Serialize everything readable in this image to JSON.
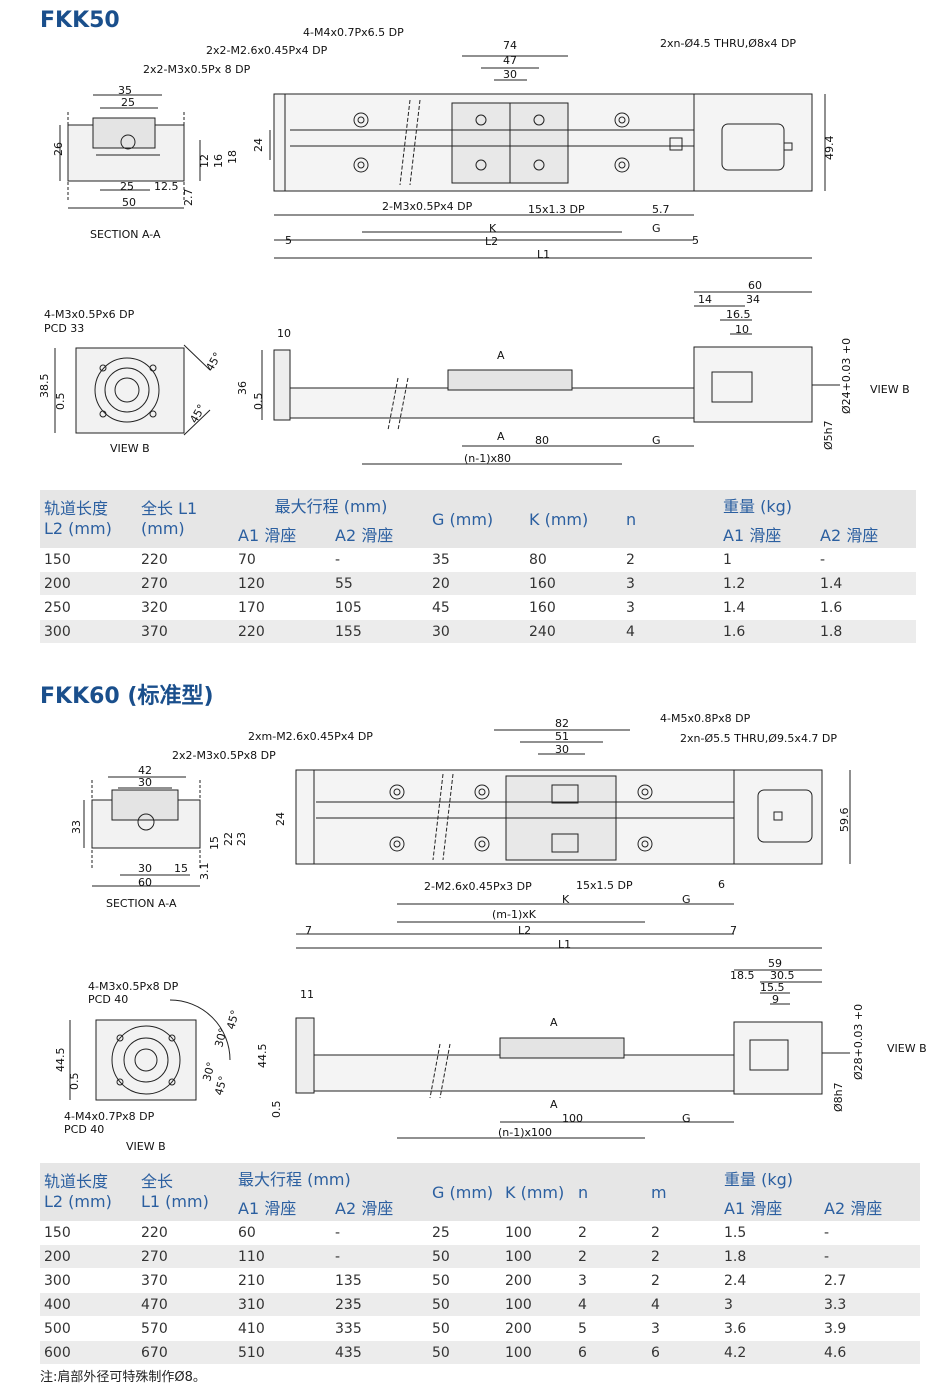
{
  "fkk50": {
    "title": "FKK50",
    "top_view": {
      "labels": [
        "4-M4x0.7Px6.5 DP",
        "2x2-M2.6x0.45Px4 DP",
        "2x2-M3x0.5Px 8 DP",
        "2xn-Ø4.5 THRU,Ø8x4 DP",
        "74",
        "47",
        "30",
        "49.4",
        "24",
        "2-M3x0.5Px4 DP",
        "15x1.3 DP",
        "5.7",
        "K",
        "G",
        "L2",
        "L1",
        "5",
        "5"
      ]
    },
    "section": {
      "caption": "SECTION A-A",
      "labels": [
        "35",
        "25",
        "26",
        "16",
        "12",
        "18",
        "25",
        "12.5",
        "2.7",
        "50"
      ]
    },
    "view_b": {
      "caption": "VIEW B",
      "labels": [
        "4-M3x0.5Px6 DP",
        "PCD 33",
        "38.5",
        "0.5",
        "45°",
        "45°"
      ]
    },
    "side_view": {
      "labels": [
        "10",
        "36",
        "0.5",
        "A",
        "A",
        "80",
        "G",
        "(n-1)x80",
        "60",
        "14",
        "34",
        "16.5",
        "10",
        "VIEW B",
        "Ø24+0.03 +0",
        "Ø5h7"
      ]
    },
    "table": {
      "headers": {
        "l2": "轨道长度\nL2 (mm)",
        "l1": "全长 L1\n(mm)",
        "stroke": "最大行程 (mm)",
        "stroke_a1": "A1 滑座",
        "stroke_a2": "A2 滑座",
        "g": "G (mm)",
        "k": "K (mm)",
        "n": "n",
        "weight": "重量 (kg)",
        "weight_a1": "A1 滑座",
        "weight_a2": "A2 滑座"
      },
      "rows": [
        [
          "150",
          "220",
          "70",
          "-",
          "35",
          "80",
          "2",
          "1",
          "-"
        ],
        [
          "200",
          "270",
          "120",
          "55",
          "20",
          "160",
          "3",
          "1.2",
          "1.4"
        ],
        [
          "250",
          "320",
          "170",
          "105",
          "45",
          "160",
          "3",
          "1.4",
          "1.6"
        ],
        [
          "300",
          "370",
          "220",
          "155",
          "30",
          "240",
          "4",
          "1.6",
          "1.8"
        ]
      ]
    }
  },
  "fkk60": {
    "title": "FKK60 (标准型)",
    "top_view": {
      "labels": [
        "2xm-M2.6x0.45Px4 DP",
        "2x2-M3x0.5Px8 DP",
        "82",
        "51",
        "30",
        "4-M5x0.8Px8 DP",
        "2xn-Ø5.5 THRU,Ø9.5x4.7 DP",
        "59.6",
        "24",
        "2-M2.6x0.45Px3 DP",
        "15x1.5 DP",
        "6",
        "K",
        "G",
        "(m-1)xK",
        "L2",
        "L1",
        "7",
        "7"
      ]
    },
    "section": {
      "caption": "SECTION A-A",
      "labels": [
        "42",
        "30",
        "33",
        "15",
        "22",
        "23",
        "30",
        "15",
        "3.1",
        "60"
      ]
    },
    "view_b": {
      "caption": "VIEW B",
      "labels": [
        "4-M3x0.5Px8 DP",
        "PCD 40",
        "44.5",
        "0.5",
        "30°",
        "45°",
        "30°",
        "45°",
        "4-M4x0.7Px8 DP",
        "PCD 40"
      ]
    },
    "side_view": {
      "labels": [
        "11",
        "44.5",
        "0.5",
        "A",
        "A",
        "100",
        "G",
        "(n-1)x100",
        "59",
        "18.5",
        "30.5",
        "15.5",
        "9",
        "VIEW B",
        "Ø28+0.03 +0",
        "Ø8h7"
      ]
    },
    "table": {
      "headers": {
        "l2": "轨道长度\nL2 (mm)",
        "l1": "全长\nL1 (mm)",
        "stroke": "最大行程 (mm)",
        "stroke_a1": "A1 滑座",
        "stroke_a2": "A2 滑座",
        "g": "G (mm)",
        "k": "K (mm)",
        "n": "n",
        "m": "m",
        "weight": "重量 (kg)",
        "weight_a1": "A1 滑座",
        "weight_a2": "A2 滑座"
      },
      "rows": [
        [
          "150",
          "220",
          "60",
          "-",
          "25",
          "100",
          "2",
          "2",
          "1.5",
          "-"
        ],
        [
          "200",
          "270",
          "110",
          "-",
          "50",
          "100",
          "2",
          "2",
          "1.8",
          "-"
        ],
        [
          "300",
          "370",
          "210",
          "135",
          "50",
          "200",
          "3",
          "2",
          "2.4",
          "2.7"
        ],
        [
          "400",
          "470",
          "310",
          "235",
          "50",
          "100",
          "4",
          "4",
          "3",
          "3.3"
        ],
        [
          "500",
          "570",
          "410",
          "335",
          "50",
          "200",
          "5",
          "3",
          "3.6",
          "3.9"
        ],
        [
          "600",
          "670",
          "510",
          "435",
          "50",
          "100",
          "6",
          "6",
          "4.2",
          "4.6"
        ]
      ]
    }
  },
  "note": "注:肩部外径可特殊制作Ø8。"
}
